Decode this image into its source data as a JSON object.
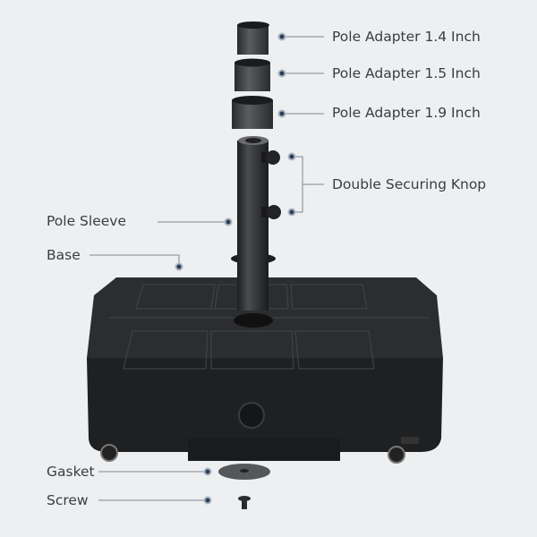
{
  "labels": {
    "adapter_14": "Pole Adapter 1.4 Inch",
    "adapter_15": "Pole Adapter 1.5 Inch",
    "adapter_19": "Pole Adapter 1.9 Inch",
    "knob": "Double Securing Knop",
    "pole_sleeve": "Pole Sleeve",
    "base": "Base",
    "gasket": "Gasket",
    "screw": "Screw"
  },
  "colors": {
    "background": "#eeeff0",
    "leader_line": "#7d8791",
    "dot": "#2c3e55",
    "product": "#2a2b2d"
  }
}
